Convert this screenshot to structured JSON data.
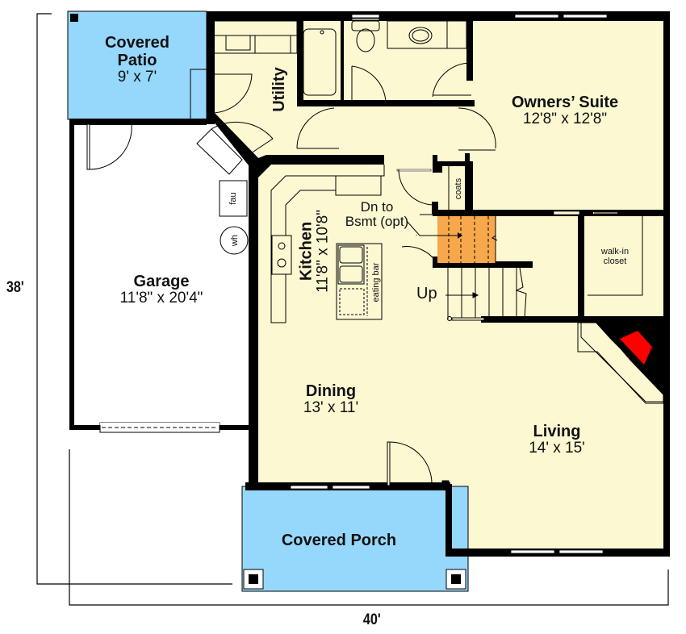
{
  "plan": {
    "colors": {
      "interior": "#fcf8d2",
      "covered": "#96d8fb",
      "wall": "#000000",
      "stair_down": "#f7a84d",
      "fireplace": "#ff0000",
      "garage": "#ffffff"
    },
    "rooms": {
      "covered_patio": {
        "name": "Covered\nPatio",
        "name_line1": "Covered",
        "name_line2": "Patio",
        "dims": "9' x 7'"
      },
      "utility": {
        "name": "Utility"
      },
      "owners_suite": {
        "name": "Owners’ Suite",
        "dims": "12'8\" x 12'8\""
      },
      "kitchen": {
        "name": "Kitchen",
        "dims": "11'8\" x 10'8\""
      },
      "garage": {
        "name": "Garage",
        "dims": "11'8\" x 20'4\""
      },
      "dining": {
        "name": "Dining",
        "dims": "13' x 11'"
      },
      "living": {
        "name": "Living",
        "dims": "14' x 15'"
      },
      "covered_porch": {
        "name": "Covered Porch"
      },
      "walk_in_closet": {
        "name_line1": "walk-in",
        "name_line2": "closet"
      },
      "coats": {
        "name": "coats"
      }
    },
    "fixtures": {
      "fau": "fau",
      "wh": "wh",
      "eating_bar": "eating bar"
    },
    "stairs": {
      "down_line1": "Dn to",
      "down_line2": "Bsmt (opt)",
      "up": "Up"
    },
    "dimensions": {
      "depth": "38'",
      "width": "40'"
    }
  }
}
